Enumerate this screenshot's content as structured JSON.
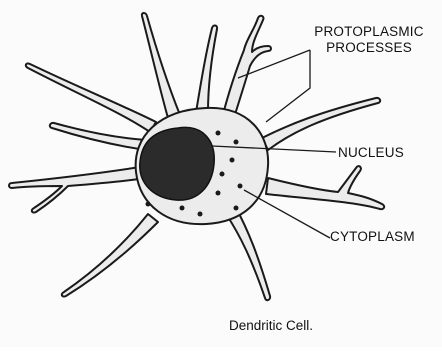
{
  "labels": {
    "processes_line1": "PROTOPLASMIC",
    "processes_line2": "PROCESSES",
    "nucleus": "NUCLEUS",
    "cytoplasm": "CYTOPLASM"
  },
  "caption": "Dendritic Cell.",
  "colors": {
    "ink": "#1a1a1a",
    "cell_fill": "#ececec",
    "nucleus_fill": "#2b2b2b"
  }
}
